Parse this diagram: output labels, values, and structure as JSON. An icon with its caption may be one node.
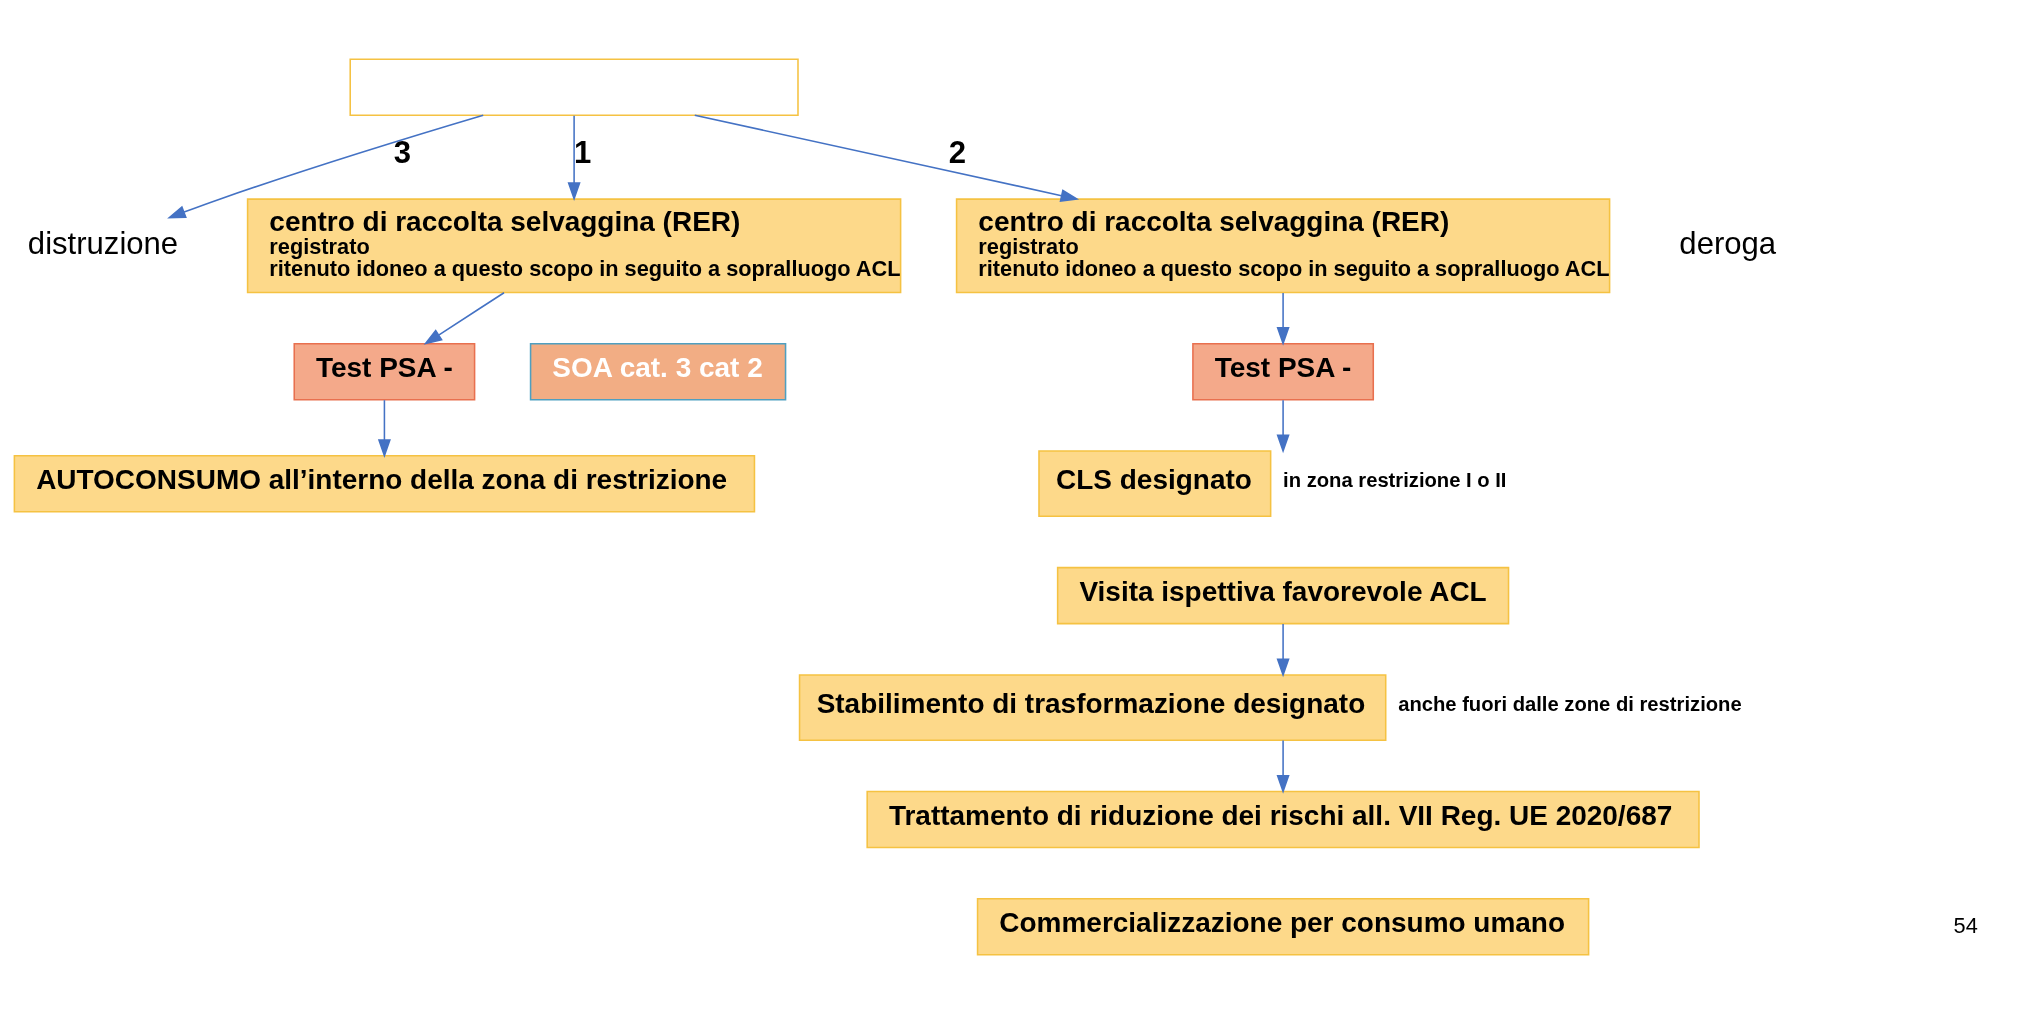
{
  "diagram": {
    "nodes": [
      {
        "text": [],
        "shape": "box"
      },
      {
        "text": [
          "distruzione"
        ]
      },
      {
        "text": [
          "centro di raccolta selvaggina (RER)",
          "registrato",
          "ritenuto idoneo a questo scopo in seguito a sopralluogo ACL"
        ]
      },
      {
        "text": [
          "centro di raccolta selvaggina (RER)",
          "registrato",
          "ritenuto idoneo a questo scopo in seguito a sopralluogo ACL"
        ]
      },
      {
        "text": [
          "Test PSA -"
        ]
      },
      {
        "text": [
          "CLS designato"
        ],
        "beside": [
          "in zona restrizione I o II"
        ]
      },
      {
        "text": [
          "SOA cat. 3 cat 2"
        ]
      },
      {
        "text": [
          "Test PSA -"
        ]
      },
      {
        "text": [
          "Visita ispettiva favorevole ACL"
        ]
      },
      {
        "text": [
          "AUTOCONSUMO all’interno della zona di restrizione"
        ]
      },
      {
        "text": [
          "Stabilimento di trasformazione designato"
        ],
        "beside": [
          "anche fuori dalle zone di restrizione"
        ]
      },
      {
        "text": [
          "Trattamento di riduzione dei rischi all. VII Reg. UE 2020/687"
        ]
      },
      {
        "text": [
          "Commercializzazione per consumo umano"
        ]
      }
    ],
    "edges": [
      {
        "from": 0,
        "to": 1,
        "arrow": "to",
        "label": "3"
      },
      {
        "from": 0,
        "to": 3,
        "arrow": "to",
        "label": "1"
      },
      {
        "from": 0,
        "to": 2,
        "arrow": "to",
        "label": "2"
      },
      {
        "from": 2,
        "to": 4,
        "arrow": "to"
      },
      {
        "from": 4,
        "to": 5,
        "arrow": "to"
      },
      {
        "from": 3,
        "to": 7,
        "arrow": "to"
      },
      {
        "from": 7,
        "to": 9,
        "arrow": "to"
      },
      {
        "from": 8,
        "to": 10,
        "arrow": "to"
      },
      {
        "from": 10,
        "to": 11,
        "arrow": "to"
      }
    ],
    "labels": [
      "deroga",
      "54"
    ]
  }
}
